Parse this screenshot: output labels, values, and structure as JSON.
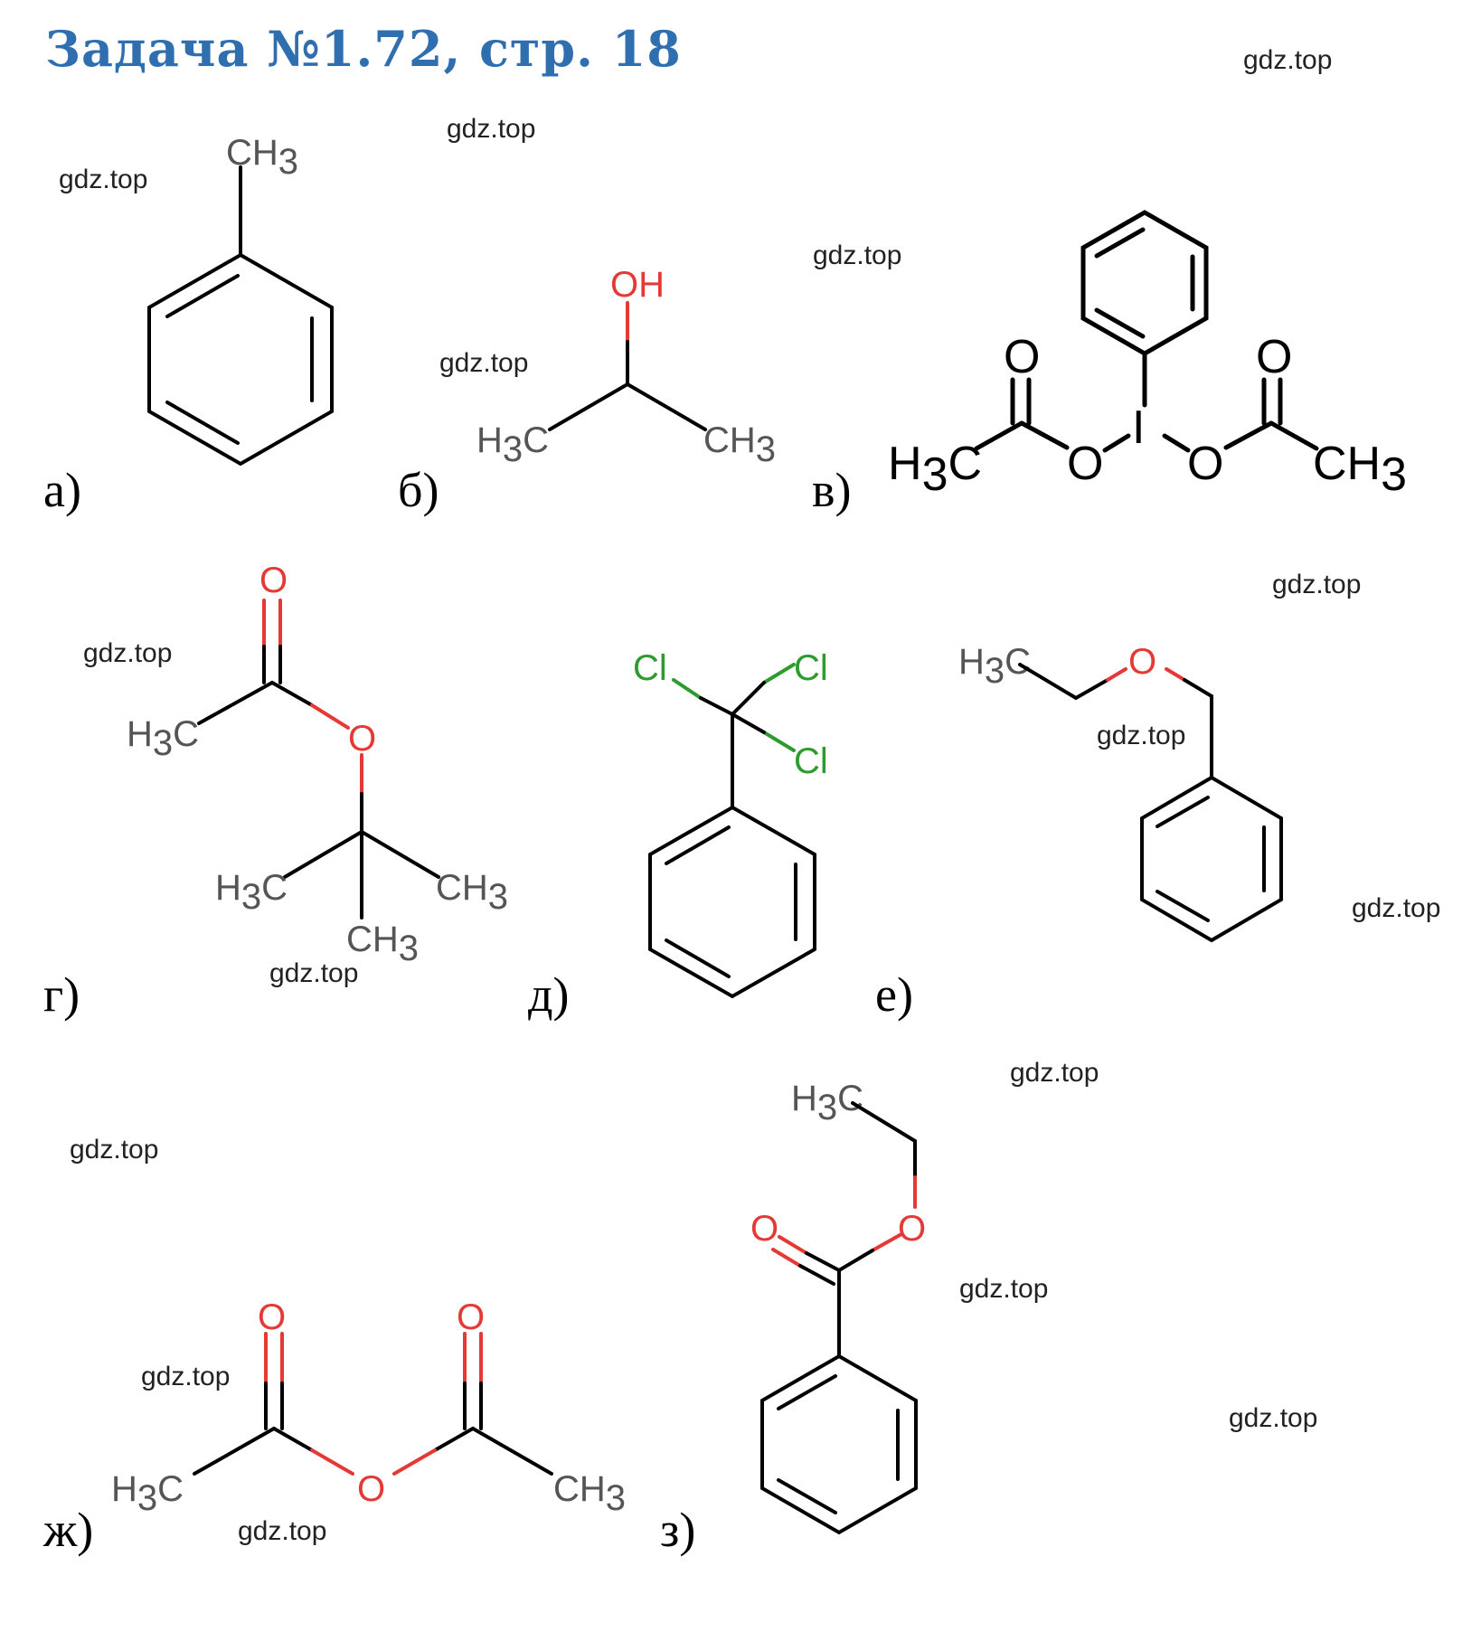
{
  "title": "Задача №1.72, стр. 18",
  "colors": {
    "title": "#2f6fb0",
    "oxygen": "#e53935",
    "chlorine": "#2e9b2e",
    "bond": "#000000"
  },
  "watermark": "gdz.top",
  "watermarks": [
    "gdz.top",
    "gdz.top",
    "gdz.top",
    "gdz.top",
    "gdz.top",
    "gdz.top",
    "gdz.top",
    "gdz.top",
    "gdz.top",
    "gdz.top",
    "gdz.top",
    "gdz.top",
    "gdz.top",
    "gdz.top",
    "gdz.top",
    "gdz.top"
  ],
  "structures": [
    {
      "label": "а)",
      "atoms": {
        "top": "CH",
        "top_sub": "3"
      }
    },
    {
      "label": "б)",
      "atoms": {
        "oh": "OH",
        "left": "H",
        "left_sub": "3",
        "left_c": "C",
        "right": "CH",
        "right_sub": "3"
      }
    },
    {
      "label": "в)",
      "atoms": {
        "o1": "O",
        "o2": "O",
        "o3": "O",
        "o4": "O",
        "i": "I",
        "left": "H",
        "left_sub": "3",
        "left_c": "C",
        "right": "CH",
        "right_sub": "3"
      }
    },
    {
      "label": "г)",
      "atoms": {
        "o_top": "O",
        "o_mid": "O",
        "left": "H",
        "left_sub": "3",
        "left_c": "C",
        "l2": "H",
        "l2_sub": "3",
        "l2_c": "C",
        "r2": "CH",
        "r2_sub": "3",
        "b2": "CH",
        "b2_sub": "3"
      }
    },
    {
      "label": "д)",
      "atoms": {
        "cl1": "Cl",
        "cl2": "Cl",
        "cl3": "Cl"
      }
    },
    {
      "label": "е)",
      "atoms": {
        "left": "H",
        "left_sub": "3",
        "left_c": "C",
        "o": "O"
      }
    },
    {
      "label": "ж)",
      "atoms": {
        "o1": "O",
        "o2": "O",
        "o3": "O",
        "left": "H",
        "left_sub": "3",
        "left_c": "C",
        "right": "CH",
        "right_sub": "3"
      }
    },
    {
      "label": "з)",
      "atoms": {
        "top": "H",
        "top_sub": "3",
        "top_c": "C",
        "o1": "O",
        "o2": "O"
      }
    }
  ]
}
